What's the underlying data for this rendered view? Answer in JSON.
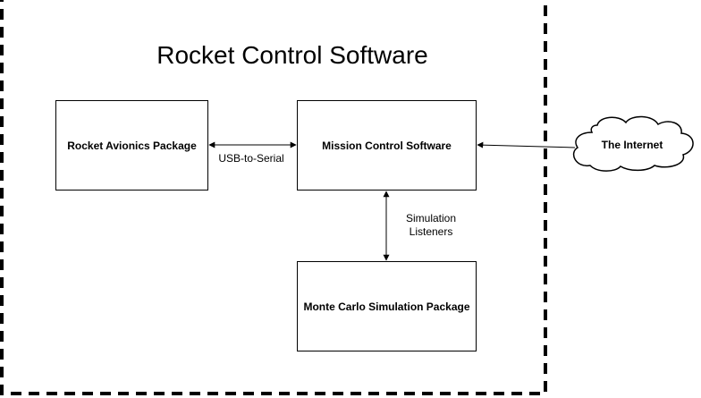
{
  "diagram": {
    "title": "Rocket Control Software",
    "nodes": {
      "avionics": "Rocket Avionics Package",
      "mission": "Mission Control Software",
      "monte_carlo": "Monte Carlo Simulation Package",
      "internet": "The Internet"
    },
    "edges": {
      "usb_serial": "USB-to-Serial",
      "simulation_listeners": "Simulation\nListeners"
    },
    "colors": {
      "stroke": "#000000",
      "background": "#ffffff"
    }
  }
}
